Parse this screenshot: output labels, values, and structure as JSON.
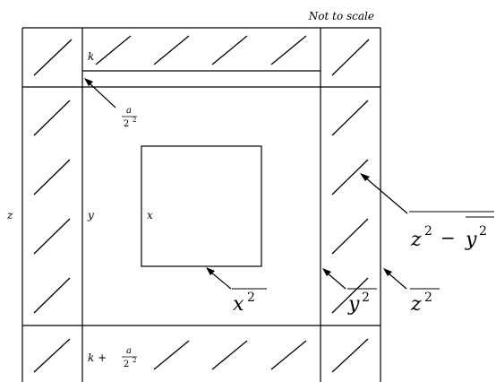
{
  "note": "Not to scale",
  "labels": {
    "z": "z",
    "y": "y",
    "x": "x",
    "k": "k",
    "k_plus": "k +",
    "a": "a",
    "two": "2",
    "exp2": "2",
    "minus": "−"
  },
  "callouts": {
    "x2_base": "x",
    "y2_base": "y",
    "z2_base": "z",
    "diff_left_base": "z",
    "diff_right_base": "y"
  }
}
